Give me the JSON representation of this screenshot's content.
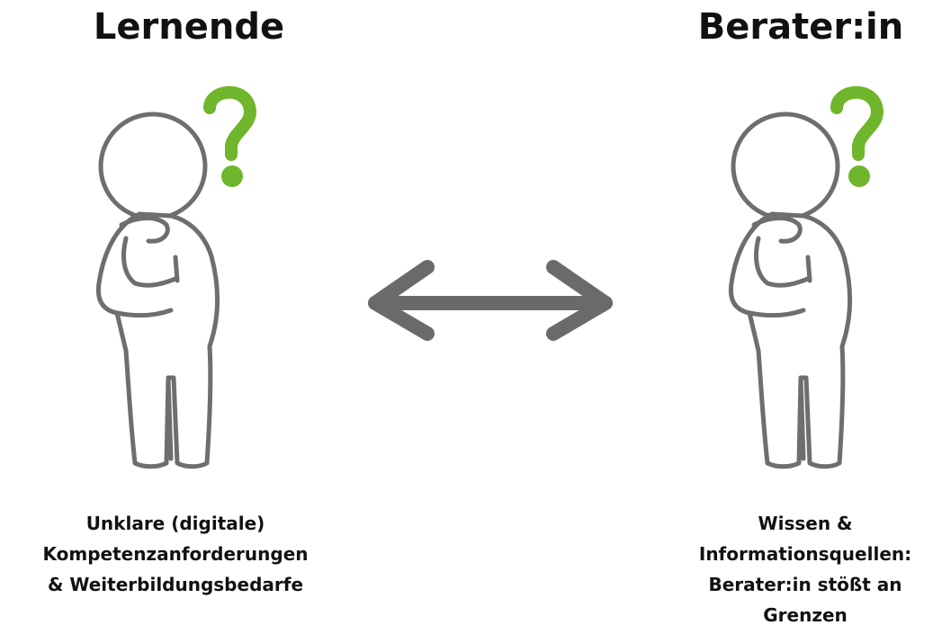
{
  "left": {
    "title": "Lernende",
    "caption_lines": [
      "Unklare (digitale)",
      "Kompetenzanforderungen",
      "& Weiterbildungsbedarfe"
    ]
  },
  "right": {
    "title": "Berater:in",
    "caption_lines": [
      "Wissen &",
      "Informationsquellen:",
      "Berater:in stößt an",
      "Grenzen"
    ]
  },
  "icons": {
    "person": "thinking-person-icon",
    "question": "question-mark-icon",
    "arrow": "double-arrow-icon"
  },
  "colors": {
    "question_mark": "#6fb62c",
    "figure_stroke": "#6e6e6e",
    "arrow": "#6a6a6a",
    "text": "#111111"
  }
}
